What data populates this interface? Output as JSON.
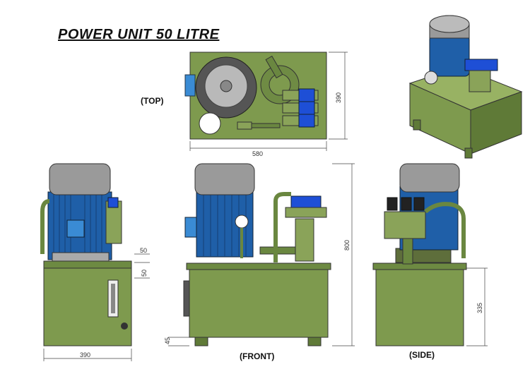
{
  "title": "POWER UNIT 50 LITRE",
  "views": {
    "top": "(TOP)",
    "front": "(FRONT)",
    "side": "(SIDE)"
  },
  "dimensions": {
    "top_width": "580",
    "top_depth": "390",
    "overall_height": "800",
    "tank_width": "390",
    "tank_height": "335",
    "leg_height": "45",
    "offset_a": "50",
    "offset_b": "50"
  },
  "colors": {
    "tank": "#7e9a4e",
    "tank_dark": "#5f7a37",
    "motor_blue": "#1f5fa8",
    "motor_grey": "#9a9a9a",
    "valve_blue": "#1e4fd6"
  }
}
